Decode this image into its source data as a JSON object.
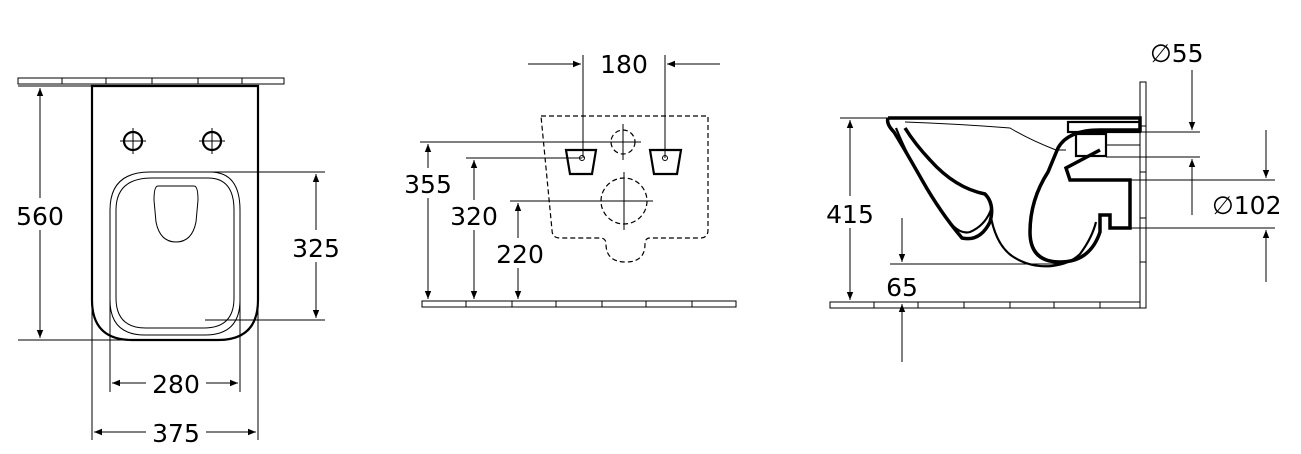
{
  "top_view": {
    "dimensions": {
      "length": "560",
      "seat_depth": "325",
      "inner_width": "280",
      "outer_width": "375"
    }
  },
  "rear_view": {
    "dimensions": {
      "bolt_spacing": "180",
      "fixing_height": "355",
      "bolt_height": "320",
      "outlet_height": "220"
    }
  },
  "side_view": {
    "dimensions": {
      "inlet_diameter": "∅55",
      "outlet_diameter": "∅102",
      "height": "415",
      "floor_gap": "65"
    }
  }
}
